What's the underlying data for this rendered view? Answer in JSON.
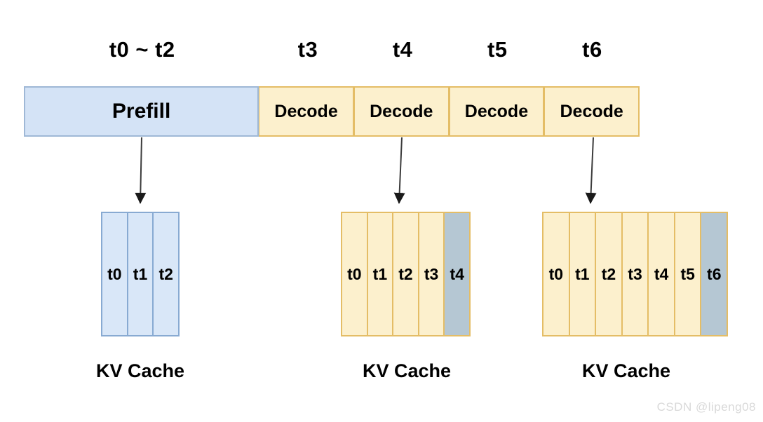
{
  "colors": {
    "prefill_fill": "#d4e3f6",
    "prefill_stroke": "#9fb8d6",
    "decode_fill": "#fcf0cd",
    "decode_stroke": "#e4bd66",
    "cache_blue_fill": "#d9e7f8",
    "cache_blue_stroke": "#88aad2",
    "cache_yellow_fill": "#fcf0cd",
    "cache_yellow_stroke": "#e4bd66",
    "new_cell_fill": "#b5c7d3",
    "arrow": "#3c3c3c",
    "text": "#000000",
    "watermark": "#d9d9d9"
  },
  "timeline": {
    "segments": [
      {
        "time": "t0 ~ t2",
        "label": "Prefill",
        "phase": "prefill"
      },
      {
        "time": "t3",
        "label": "Decode",
        "phase": "decode"
      },
      {
        "time": "t4",
        "label": "Decode",
        "phase": "decode"
      },
      {
        "time": "t5",
        "label": "Decode",
        "phase": "decode"
      },
      {
        "time": "t6",
        "label": "Decode",
        "phase": "decode"
      }
    ]
  },
  "caches": [
    {
      "label": "KV Cache",
      "theme": "blue",
      "cells": [
        {
          "text": "t0",
          "state": "cached"
        },
        {
          "text": "t1",
          "state": "cached"
        },
        {
          "text": "t2",
          "state": "cached"
        }
      ]
    },
    {
      "label": "KV Cache",
      "theme": "yellow",
      "cells": [
        {
          "text": "t0",
          "state": "cached"
        },
        {
          "text": "t1",
          "state": "cached"
        },
        {
          "text": "t2",
          "state": "cached"
        },
        {
          "text": "t3",
          "state": "cached"
        },
        {
          "text": "t4",
          "state": "new"
        }
      ]
    },
    {
      "label": "KV Cache",
      "theme": "yellow",
      "cells": [
        {
          "text": "t0",
          "state": "cached"
        },
        {
          "text": "t1",
          "state": "cached"
        },
        {
          "text": "t2",
          "state": "cached"
        },
        {
          "text": "t3",
          "state": "cached"
        },
        {
          "text": "t4",
          "state": "cached"
        },
        {
          "text": "t5",
          "state": "cached"
        },
        {
          "text": "t6",
          "state": "new"
        }
      ]
    }
  ],
  "watermark": "CSDN @lipeng08"
}
